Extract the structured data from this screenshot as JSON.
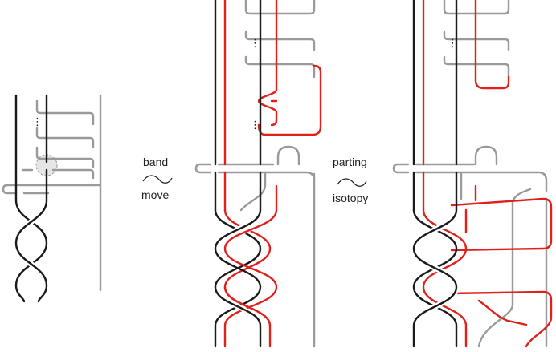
{
  "figure": {
    "moves": [
      {
        "id": "band",
        "label_top": "band",
        "label_bottom": "move"
      },
      {
        "id": "parting",
        "label_top": "parting",
        "label_bottom": "isotopy"
      }
    ],
    "ellipsis": "⋮",
    "colors": {
      "black_strand": "#1a1a1a",
      "gray_strand": "#9a9a9a",
      "red_strand": "#e0201b",
      "highlight_circle": "#e6e6e6"
    },
    "panels": [
      "left-braid-diagram",
      "middle-braid-diagram",
      "right-braid-diagram"
    ]
  }
}
